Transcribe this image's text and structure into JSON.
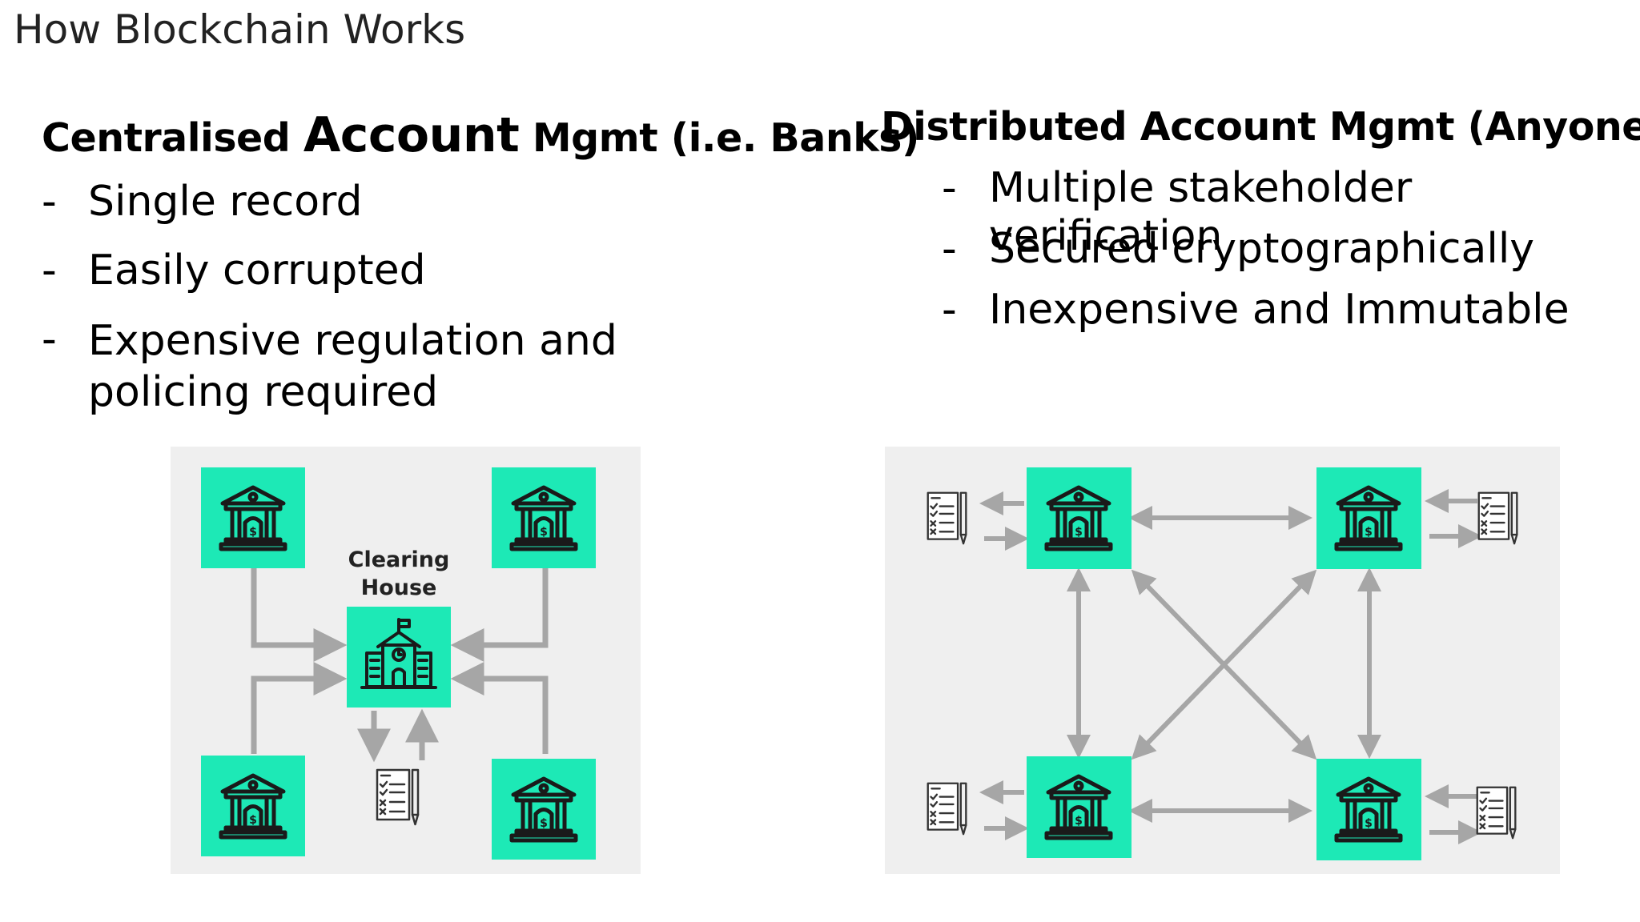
{
  "slide": {
    "title": "How Blockchain Works"
  },
  "centralised": {
    "heading": [
      "Centralised ",
      "Account",
      " Mgmt (i.e. Banks)"
    ],
    "bullets": [
      {
        "dash": "-",
        "text": "Single record"
      },
      {
        "dash": "-",
        "text": "Easily corrupted"
      },
      {
        "dash": "-",
        "text": "Expensive regulation and policing required"
      }
    ],
    "diagram": {
      "hub_label_line1": "Clearing",
      "hub_label_line2": "House"
    }
  },
  "distributed": {
    "heading": "Distributed Account Mgmt (Anyone)",
    "bullets": [
      {
        "dash": "-",
        "text": "Multiple stakeholder verification"
      },
      {
        "dash": "-",
        "text": "Secured cryptographically"
      },
      {
        "dash": "-",
        "text": "Inexpensive and Immutable"
      }
    ]
  },
  "colors": {
    "node_fill": "#1de9b6",
    "icon_stroke": "#1a1a1a",
    "arrow": "#a6a6a6",
    "panel_bg": "#efefef"
  },
  "icons": {
    "bank": "bank-icon",
    "clearing_house": "school-building-icon",
    "ledger": "ledger-document-icon"
  }
}
